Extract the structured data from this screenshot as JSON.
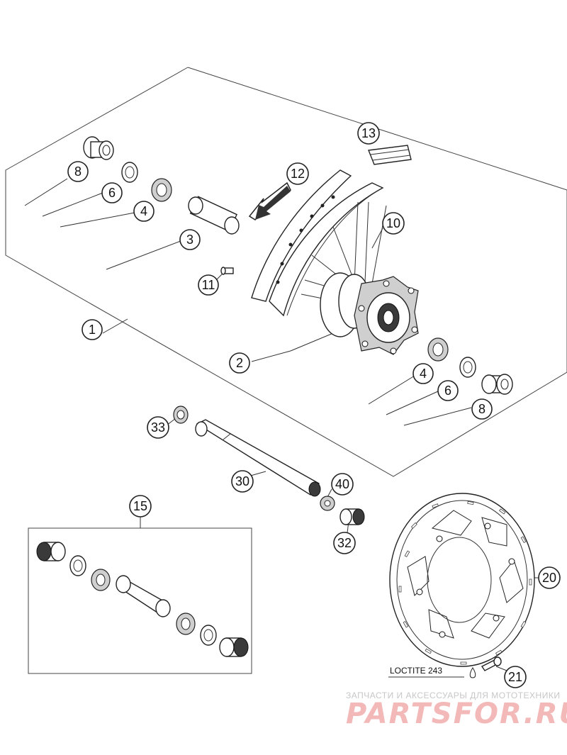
{
  "callouts": {
    "c1": "1",
    "c2": "2",
    "c3": "3",
    "c4a": "4",
    "c4b": "4",
    "c6a": "6",
    "c6b": "6",
    "c8a": "8",
    "c8b": "8",
    "c10": "10",
    "c11": "11",
    "c12": "12",
    "c13": "13",
    "c15": "15",
    "c20": "20",
    "c21": "21",
    "c30": "30",
    "c32": "32",
    "c33": "33",
    "c40": "40"
  },
  "note": {
    "loctite": "LOCTITE 243"
  },
  "watermark": {
    "tagline": "ЗАПЧАСТИ И АКСЕССУАРЫ ДЛЯ МОТОТЕХНИКИ",
    "logo": "PARTSFOR.RU"
  },
  "colors": {
    "line": "#222222",
    "watermark": "#f3b8b8"
  }
}
